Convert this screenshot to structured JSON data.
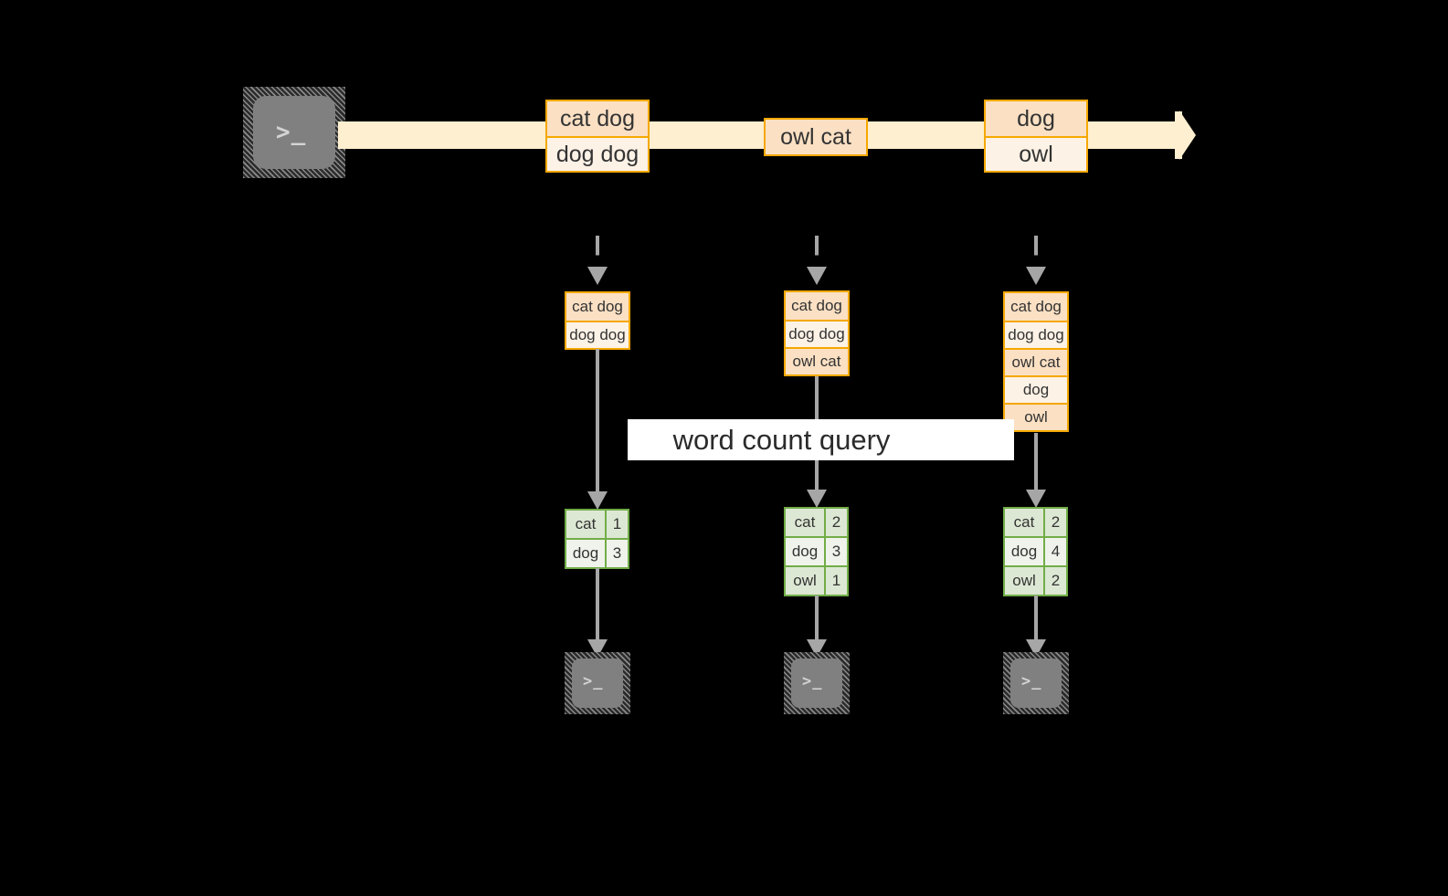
{
  "diagram": {
    "title_label": "word count query",
    "colors": {
      "stream": "#fdefcf",
      "record_border": "#f5a800",
      "record_fill_shade": "#fbe0c3",
      "record_fill_plain": "#fdf2e6",
      "count_border": "#71ad47",
      "count_fill_shade": "#dde8d4",
      "count_fill_plain": "#eff3ec",
      "connector": "#a6a6a6",
      "terminal_face": "#808080",
      "background": "#000000"
    },
    "source_terminal": {
      "glyph": ">_",
      "name": "source-terminal"
    },
    "stream": {
      "records": [
        {
          "name": "stream-record-1",
          "lines": [
            "cat dog",
            "dog dog"
          ]
        },
        {
          "name": "stream-record-2",
          "lines": [
            "owl cat"
          ]
        },
        {
          "name": "stream-record-3",
          "lines": [
            "dog",
            "owl"
          ]
        }
      ]
    },
    "snapshots": [
      {
        "name": "snapshot-1",
        "lines": [
          "cat dog",
          "dog dog"
        ]
      },
      {
        "name": "snapshot-2",
        "lines": [
          "cat dog",
          "dog dog",
          "owl cat"
        ]
      },
      {
        "name": "snapshot-3",
        "lines": [
          "cat dog",
          "dog dog",
          "owl cat",
          "dog",
          "owl"
        ]
      }
    ],
    "results": [
      {
        "name": "result-1",
        "rows": [
          {
            "word": "cat",
            "count": "1"
          },
          {
            "word": "dog",
            "count": "3"
          }
        ]
      },
      {
        "name": "result-2",
        "rows": [
          {
            "word": "cat",
            "count": "2"
          },
          {
            "word": "dog",
            "count": "3"
          },
          {
            "word": "owl",
            "count": "1"
          }
        ]
      },
      {
        "name": "result-3",
        "rows": [
          {
            "word": "cat",
            "count": "2"
          },
          {
            "word": "dog",
            "count": "4"
          },
          {
            "word": "owl",
            "count": "2"
          }
        ]
      }
    ],
    "sink_terminals": [
      {
        "name": "sink-terminal-1",
        "glyph": ">_"
      },
      {
        "name": "sink-terminal-2",
        "glyph": ">_"
      },
      {
        "name": "sink-terminal-3",
        "glyph": ">_"
      }
    ]
  }
}
